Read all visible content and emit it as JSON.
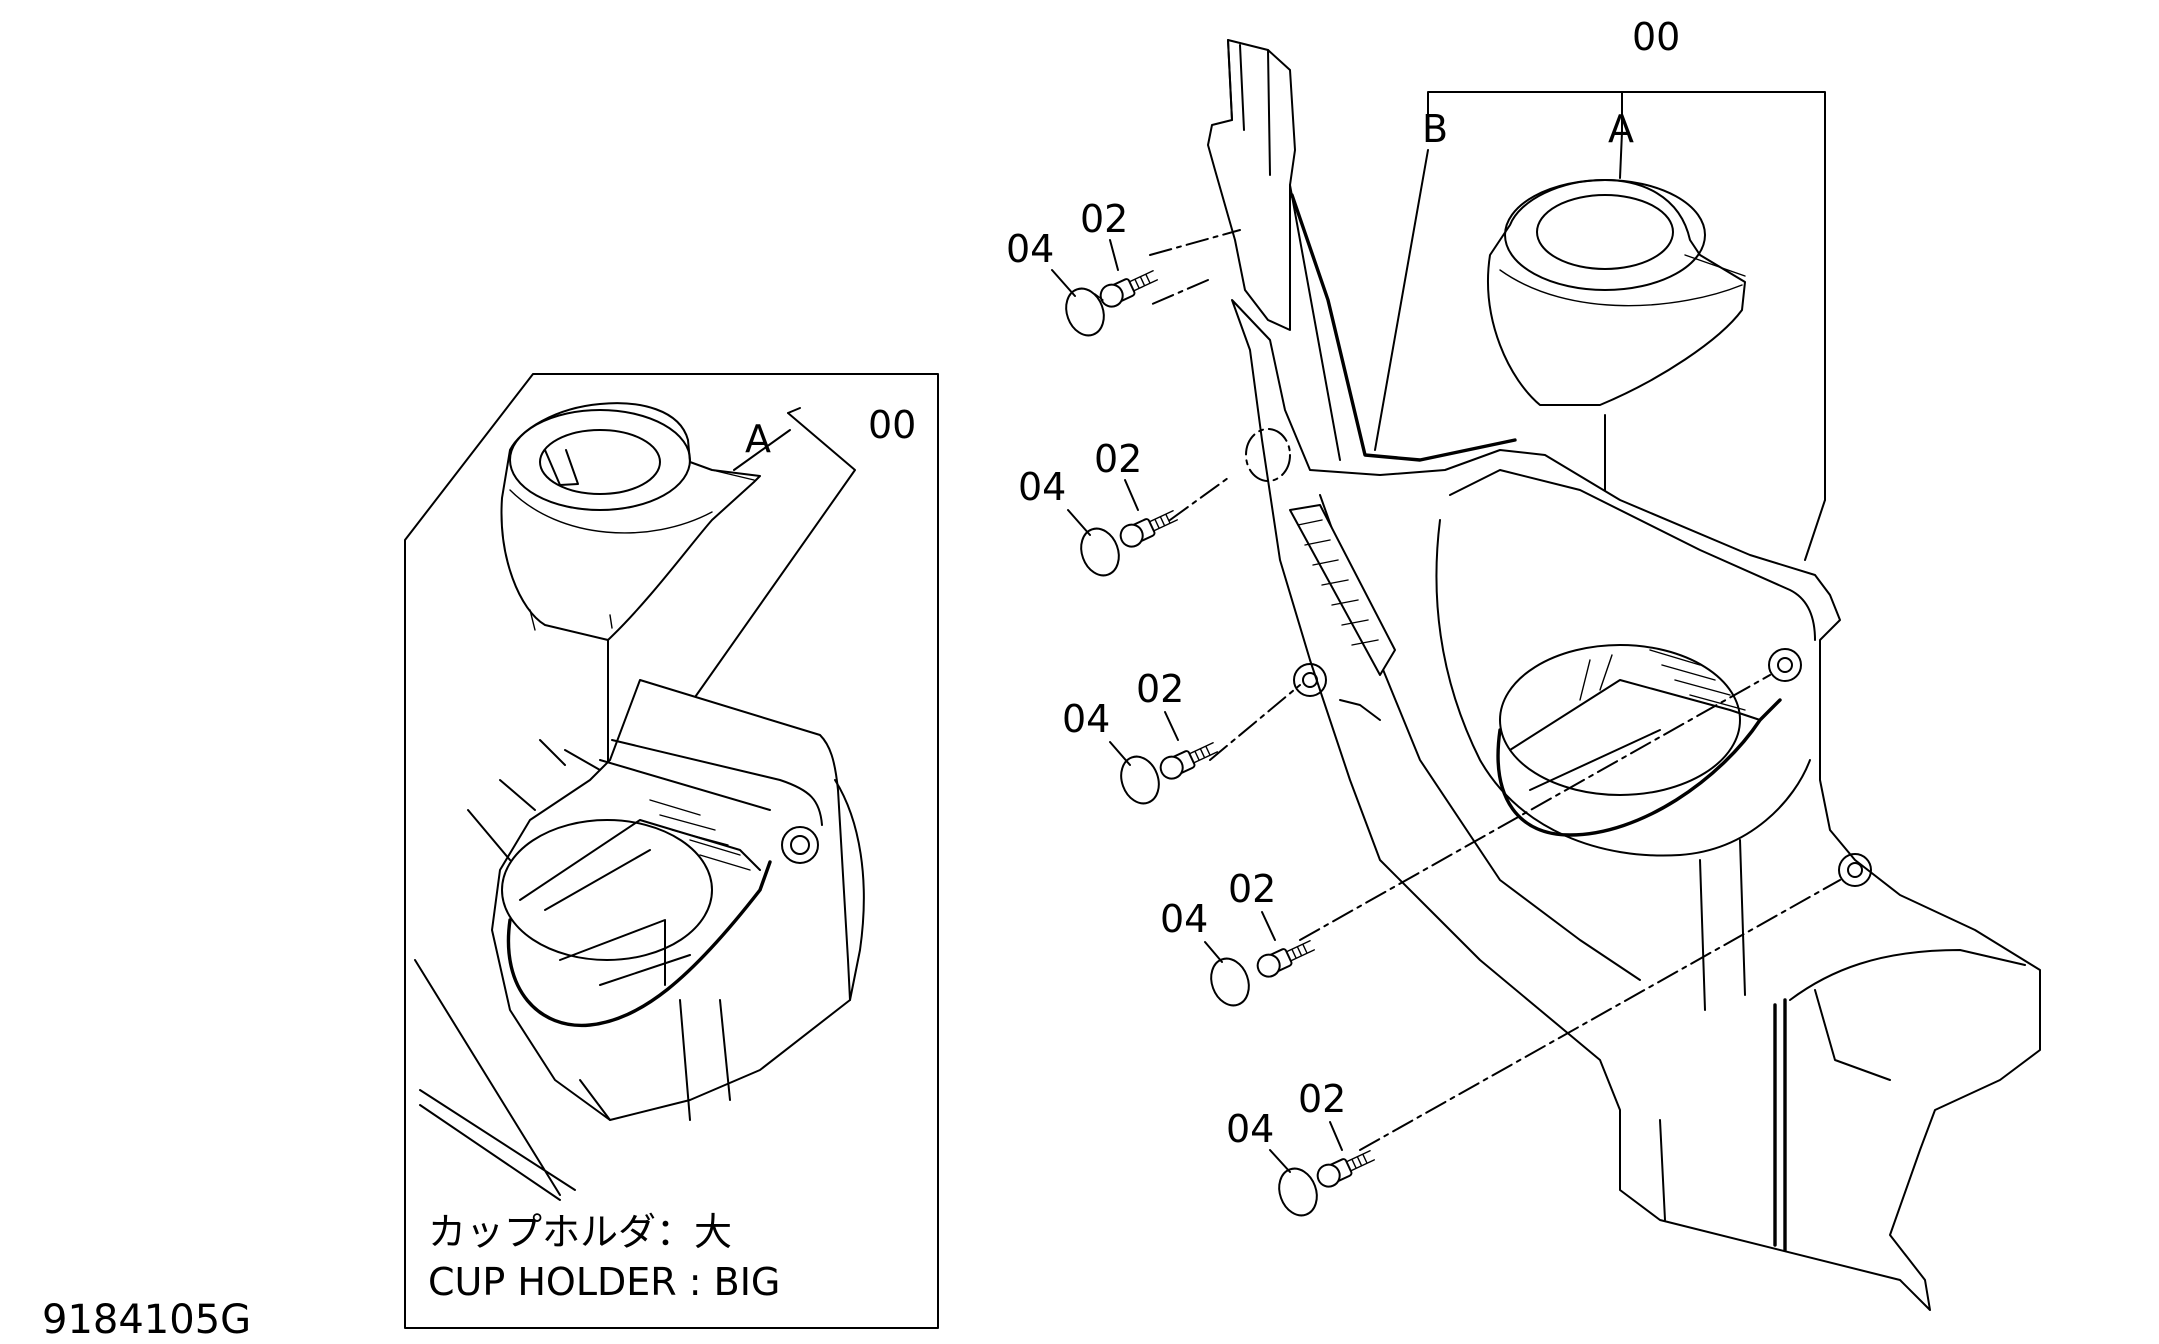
{
  "drawing_number": "9184105G",
  "callouts": {
    "assembly": "00",
    "sub_a": "A",
    "sub_b": "B",
    "screw": "02",
    "cap": "04"
  },
  "inset": {
    "caption_jp": "カップホルダ：大",
    "caption_en": "CUP HOLDER : BIG",
    "assembly": "00",
    "sub_a": "A"
  }
}
